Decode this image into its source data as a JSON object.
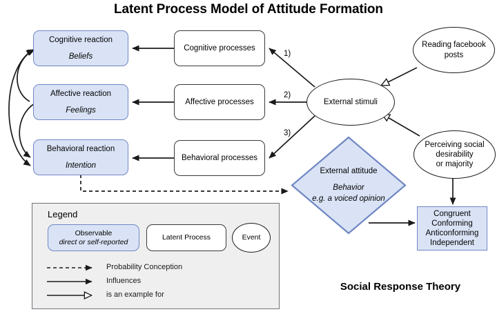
{
  "title": "Latent Process Model of Attitude Formation",
  "footer_label": "Social Response Theory",
  "colors": {
    "observable_fill": "#dae3f6",
    "observable_stroke": "#6f86c2",
    "latent_stroke": "#36393d",
    "event_stroke": "#1a1a1a",
    "legend_fill": "#efefef"
  },
  "observable_nodes": [
    {
      "title": "Cognitive reaction",
      "subtitle": "Beliefs"
    },
    {
      "title": "Affective reaction",
      "subtitle": "Feelings"
    },
    {
      "title": "Behavioral reaction",
      "subtitle": "Intention"
    }
  ],
  "latent_nodes": [
    {
      "title": "Cognitive processes"
    },
    {
      "title": "Affective processes"
    },
    {
      "title": "Behavioral processes"
    }
  ],
  "events": [
    {
      "lines": [
        "External stimuli"
      ]
    },
    {
      "lines": [
        "Reading facebook",
        "posts"
      ]
    },
    {
      "lines": [
        "Perceiving social",
        "desirability",
        "or majority"
      ]
    }
  ],
  "external_attitude": {
    "title": "External attitude",
    "subtitle_1": "Behavior",
    "subtitle_2": "e.g. a voiced opinion"
  },
  "response_box": {
    "lines": [
      "Congruent",
      "Conforming",
      "Anticonforming",
      "Independent"
    ]
  },
  "path_labels": [
    "1)",
    "2)",
    "3)"
  ],
  "legend": {
    "title": "Legend",
    "observable": {
      "title": "Observable",
      "subtitle": "direct or self-reported"
    },
    "latent": {
      "title": "Latent Process"
    },
    "event": {
      "title": "Event"
    },
    "rows": [
      {
        "label": "Probability Conception",
        "arrow": "dashed-filled"
      },
      {
        "label": "Influences",
        "arrow": "solid-filled"
      },
      {
        "label": "is an example for",
        "arrow": "solid-hollow"
      }
    ]
  }
}
